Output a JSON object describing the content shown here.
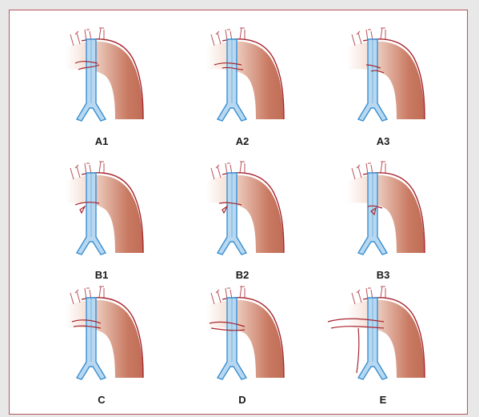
{
  "panels": [
    {
      "label": "A1"
    },
    {
      "label": "A2"
    },
    {
      "label": "A3"
    },
    {
      "label": "B1"
    },
    {
      "label": "B2"
    },
    {
      "label": "B3"
    },
    {
      "label": "C"
    },
    {
      "label": "D"
    },
    {
      "label": "E"
    }
  ],
  "colors": {
    "aorta_dark": "#c97a62",
    "aorta_light": "#f4ddd2",
    "aorta_outline": "#a8252f",
    "trachea_fill": "#b7d8f0",
    "trachea_outline": "#3a8fd0",
    "frame_border": "#b5535b"
  }
}
